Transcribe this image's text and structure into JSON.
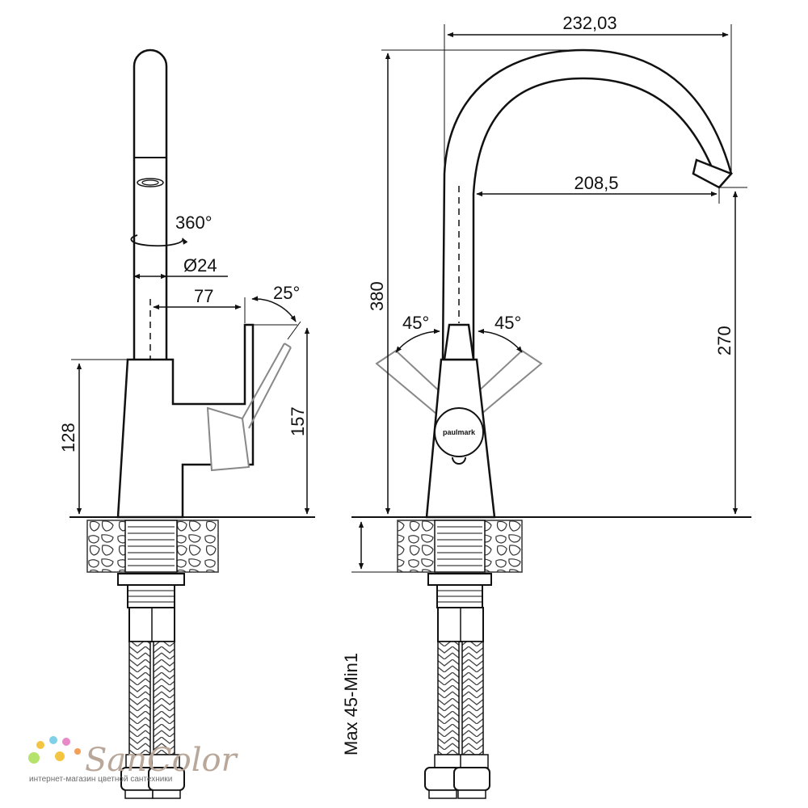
{
  "dimensions": {
    "rotation": "360°",
    "diameter": "Ø24",
    "handle_offset": "77",
    "handle_tilt": "25°",
    "body_height": "128",
    "handle_height": "157",
    "spout_width": "232,03",
    "spout_reach": "208,5",
    "total_height": "380",
    "spout_height": "270",
    "angle_left": "45°",
    "angle_right": "45°",
    "counter_thickness": "Max 45-Min1"
  },
  "brand_label": "paulmark",
  "watermark": {
    "title": "SanColor",
    "subtitle": "интернет-магазин цветной сантехники",
    "dot_colors": [
      "#f4c542",
      "#7fd0e8",
      "#e889c8",
      "#b5e36b",
      "#f29f58"
    ]
  }
}
